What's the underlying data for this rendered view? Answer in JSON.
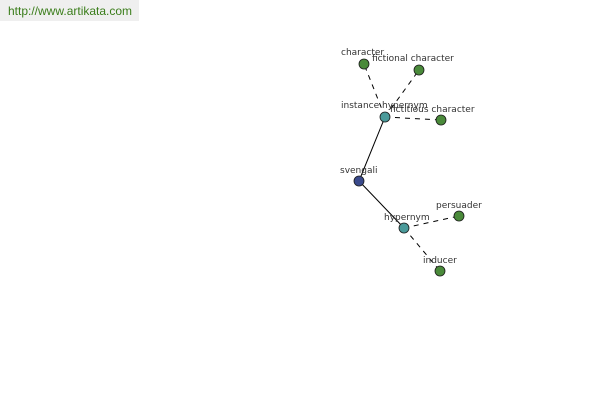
{
  "banner": {
    "url": "http://www.artikata.com"
  },
  "colors": {
    "center_node": "#3a4a8c",
    "relation_node": "#4a9a9a",
    "leaf_node": "#4a8a3a",
    "edge": "#000000",
    "banner_bg": "#efefef",
    "banner_text": "#3a7d1a"
  },
  "graph": {
    "nodes": [
      {
        "id": "svengali",
        "label": "svengali",
        "kind": "center"
      },
      {
        "id": "instance-hypernym",
        "label": "instance hypernym",
        "kind": "relation"
      },
      {
        "id": "hypernym",
        "label": "hypernym",
        "kind": "relation"
      },
      {
        "id": "character",
        "label": "character",
        "kind": "leaf"
      },
      {
        "id": "fictional-character",
        "label": "fictional character",
        "kind": "leaf"
      },
      {
        "id": "fictitious-character",
        "label": "fictitious character",
        "kind": "leaf"
      },
      {
        "id": "persuader",
        "label": "persuader",
        "kind": "leaf"
      },
      {
        "id": "inducer",
        "label": "inducer",
        "kind": "leaf"
      }
    ],
    "edges": [
      {
        "from": "svengali",
        "to": "instance-hypernym",
        "style": "solid"
      },
      {
        "from": "svengali",
        "to": "hypernym",
        "style": "solid"
      },
      {
        "from": "instance-hypernym",
        "to": "character",
        "style": "dashed"
      },
      {
        "from": "instance-hypernym",
        "to": "fictional-character",
        "style": "dashed"
      },
      {
        "from": "instance-hypernym",
        "to": "fictitious-character",
        "style": "dashed"
      },
      {
        "from": "hypernym",
        "to": "persuader",
        "style": "dashed"
      },
      {
        "from": "hypernym",
        "to": "inducer",
        "style": "dashed"
      }
    ]
  }
}
